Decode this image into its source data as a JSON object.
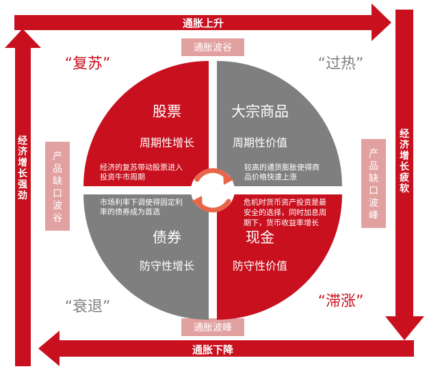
{
  "colors": {
    "red": "#C8101E",
    "gray": "#7F7F7F",
    "pink": "#E2A1A1",
    "pink_text": "#ffffff",
    "phase_text": "#C8101E",
    "phase_text_gray": "#7F7F7F"
  },
  "arrows": {
    "top": "通胀上升",
    "bottom": "通胀下降",
    "left": "经济增长强劲",
    "right": "经济增长疲软"
  },
  "boxes": {
    "top": "通胀波谷",
    "bottom": "通胀波峰",
    "left": "产品缺口波谷",
    "right": "产品缺口波峰"
  },
  "phases": {
    "recovery": "“复苏”",
    "overheat": "“过热”",
    "recession": "“衰退”",
    "stagflation": "“滞涨”"
  },
  "quadrants": {
    "stocks": {
      "title": "股票",
      "subtitle": "周期性增长",
      "desc": [
        "经济的复苏带动股票进入",
        "投资牛市周期"
      ]
    },
    "commodities": {
      "title": "大宗商品",
      "subtitle": "周期性价值",
      "desc": [
        "较高的通货膨胀使得商",
        "品价格快速上涨"
      ]
    },
    "bonds": {
      "title": "债券",
      "subtitle": "防守性增长",
      "desc": [
        "市场利率下调使得固定利",
        "率的债券成为首选"
      ]
    },
    "cash": {
      "title": "现金",
      "subtitle": "防守性价值",
      "desc": [
        "危机时货币资产投资是最",
        "安全的选择，同时加息周",
        "期下，货币收益率增长"
      ]
    }
  }
}
